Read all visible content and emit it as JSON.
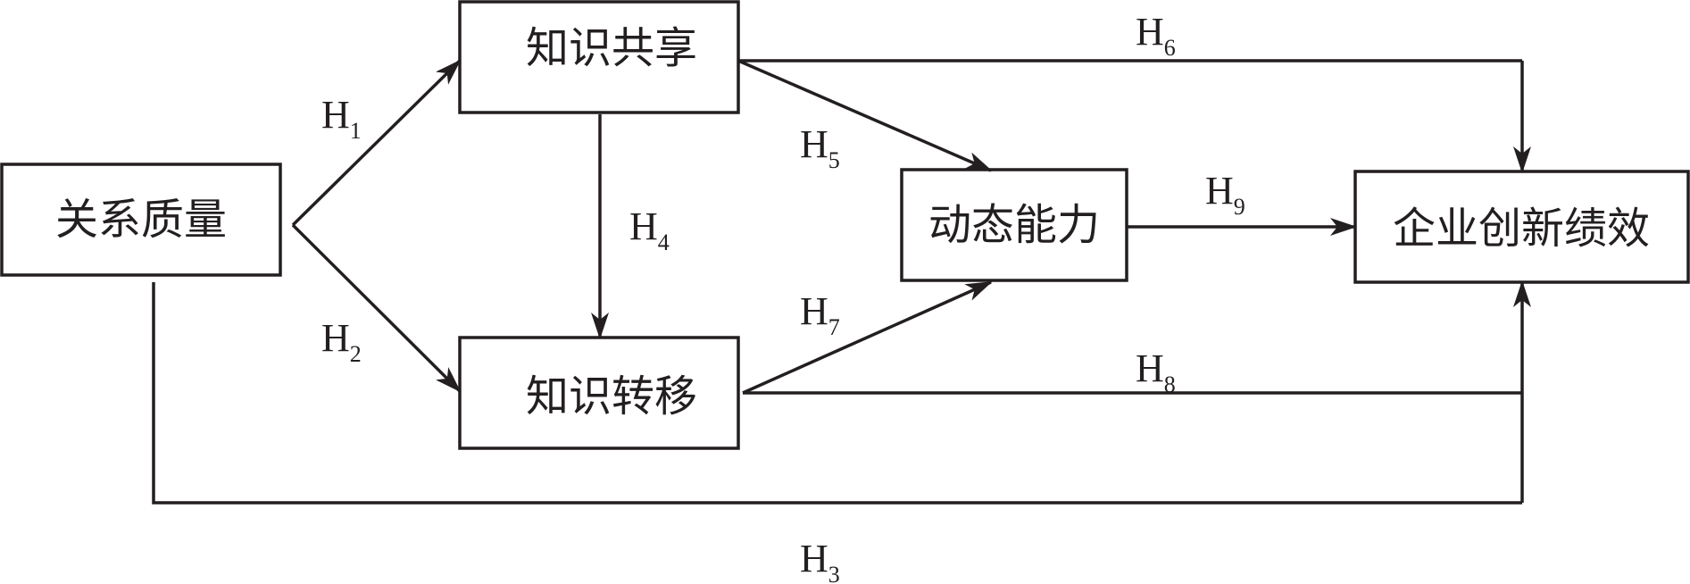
{
  "nodes": {
    "relationship_quality": "关系质量",
    "knowledge_sharing": "知识共享",
    "knowledge_transfer": "知识转移",
    "dynamic_capability": "动态能力",
    "innovation_performance": "企业创新绩效"
  },
  "hypotheses": {
    "h1": {
      "letter": "H",
      "num": "1"
    },
    "h2": {
      "letter": "H",
      "num": "2"
    },
    "h3": {
      "letter": "H",
      "num": "3"
    },
    "h4": {
      "letter": "H",
      "num": "4"
    },
    "h5": {
      "letter": "H",
      "num": "5"
    },
    "h6": {
      "letter": "H",
      "num": "6"
    },
    "h7": {
      "letter": "H",
      "num": "7"
    },
    "h8": {
      "letter": "H",
      "num": "8"
    },
    "h9": {
      "letter": "H",
      "num": "9"
    }
  },
  "colors": {
    "ink": "#231f20",
    "background": "#ffffff"
  }
}
